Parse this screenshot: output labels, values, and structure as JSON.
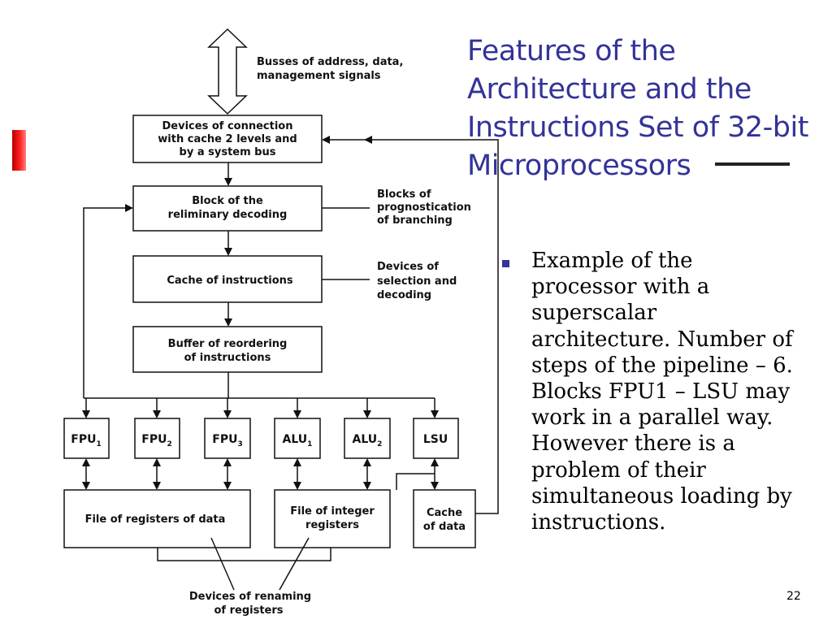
{
  "slide": {
    "title": "Features of the Architecture and the Instructions Set of 32-bit Microprocessors",
    "bullet": "Example of the processor with a superscalar architecture. Number of steps of the pipeline – 6. Blocks FPU1 – LSU may work in a parallel way. However there is a problem of their simultaneous loading by instructions.",
    "page_number": "22",
    "colors": {
      "title": "#333399",
      "accent_bar": "#e00000",
      "bullet": "#333399"
    }
  },
  "diagram": {
    "bus_label": [
      "Busses of address, data,",
      "management signals"
    ],
    "connection_box": [
      "Devices of connection",
      "with cache 2 levels and",
      "by a system bus"
    ],
    "predecode_box": [
      "Block of the",
      "reliminary decoding"
    ],
    "branch_label": [
      "Blocks of",
      "prognostication",
      "of branching"
    ],
    "icache_box": [
      "Cache of instructions"
    ],
    "select_label": [
      "Devices of",
      "selection and",
      "decoding"
    ],
    "reorder_box": [
      "Buffer of reordering",
      "of instructions"
    ],
    "units": [
      {
        "name": "FPU",
        "sub": "1"
      },
      {
        "name": "FPU",
        "sub": "2"
      },
      {
        "name": "FPU",
        "sub": "3"
      },
      {
        "name": "ALU",
        "sub": "1"
      },
      {
        "name": "ALU",
        "sub": "2"
      },
      {
        "name": "LSU",
        "sub": ""
      }
    ],
    "data_regs_box": [
      "File of registers of data"
    ],
    "int_regs_box": [
      "File of integer",
      "registers"
    ],
    "dcache_box": [
      "Cache",
      "of data"
    ],
    "rename_label": [
      "Devices of renaming",
      "of registers"
    ]
  }
}
